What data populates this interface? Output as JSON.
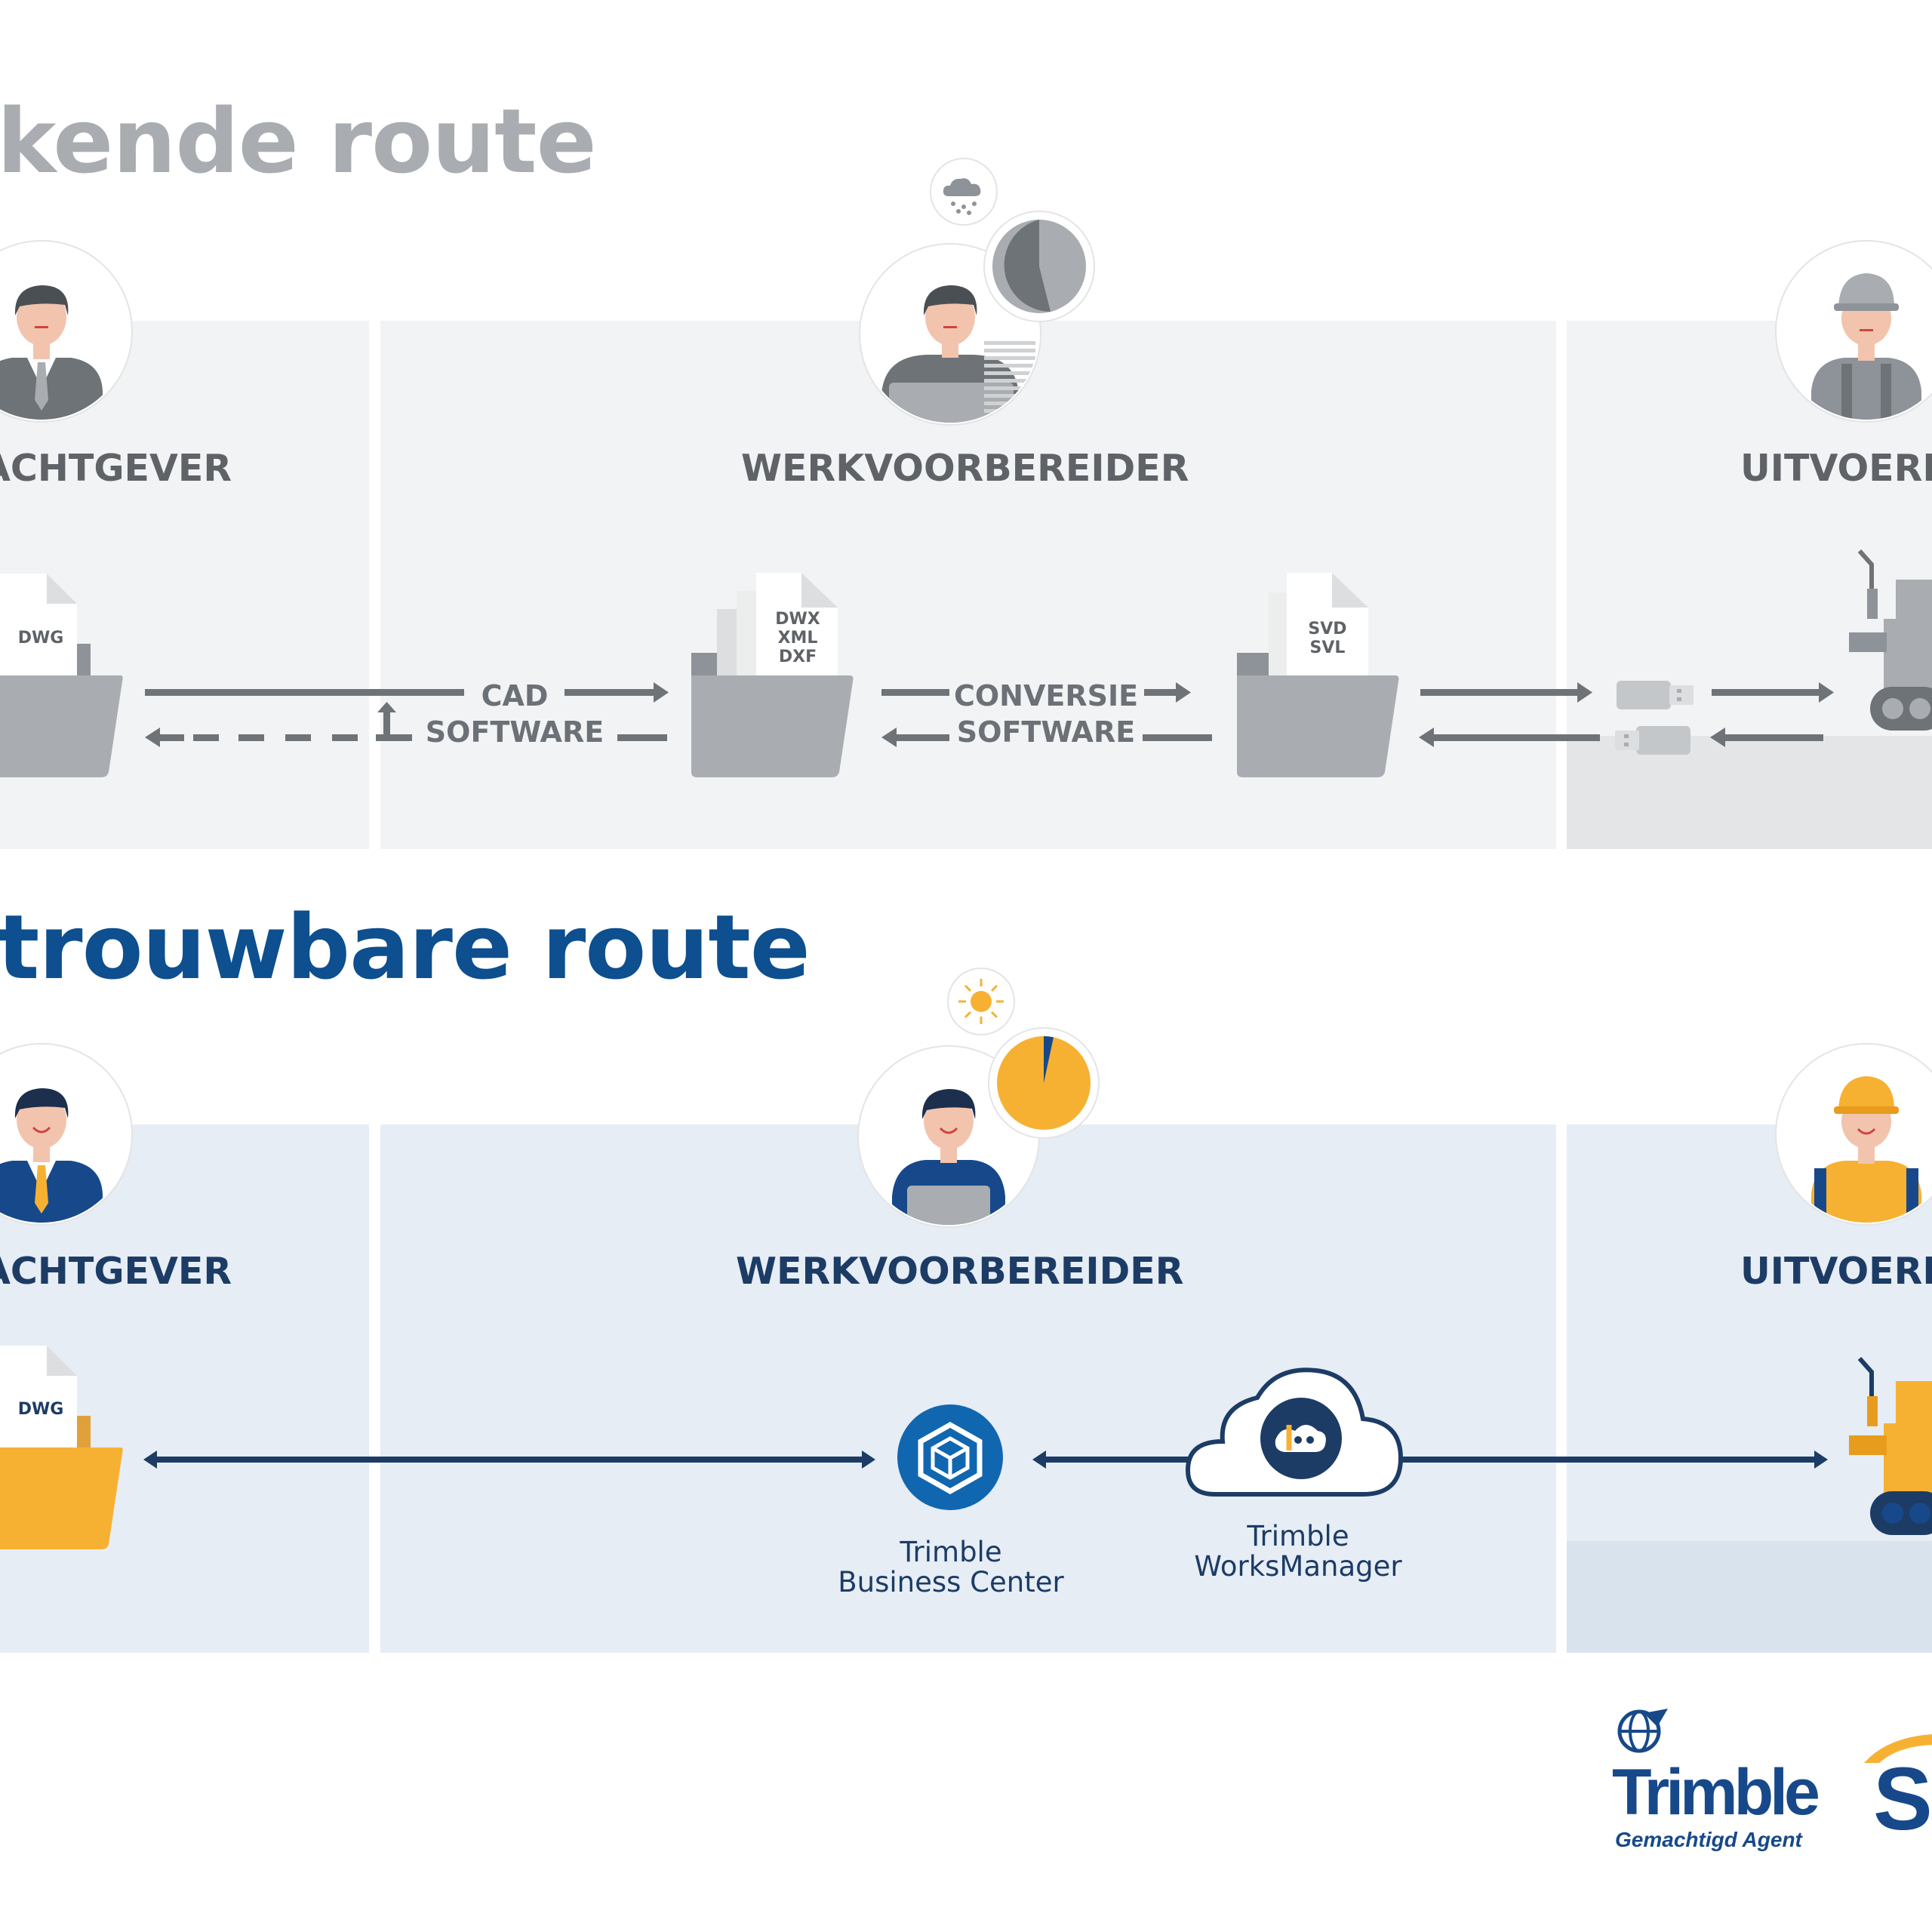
{
  "top": {
    "title": "kende route",
    "roles": {
      "left": "ACHTGEVER",
      "center": "WERKVOORBEREIDER",
      "right": "UITVOERD"
    },
    "files": {
      "dwg": "DWG",
      "formats": [
        "DWX",
        "XML",
        "DXF"
      ],
      "svd": [
        "SVD",
        "SVL"
      ]
    },
    "flow": {
      "cad_line1": "CAD",
      "cad_line2": "SOFTWARE",
      "conv_line1": "CONVERSIE",
      "conv_line2": "SOFTWARE"
    }
  },
  "bottom": {
    "title": "trouwbare route",
    "roles": {
      "left": "ACHTGEVER",
      "center": "WERKVOORBEREIDER",
      "right": "UITVOERD"
    },
    "files": {
      "dwg": "DWG"
    },
    "tbc_line1": "Trimble",
    "tbc_line2": "Business Center",
    "twm_line1": "Trimble",
    "twm_line2": "WorksManager"
  },
  "logos": {
    "trimble_name": "Trimble",
    "trimble_sub": "Gemachtigd Agent",
    "partner_letter": "S"
  },
  "colors": {
    "gray_title": "#a9adb1",
    "gray_text": "#5f6368",
    "panel_gray": "#f2f3f4",
    "blue_title": "#0d4f8f",
    "navy_text": "#1c3c66",
    "panel_blue": "#e6edf5",
    "accent_yellow": "#f7b132",
    "line_navy": "#1c3c66",
    "icon_blue": "#1166b0"
  }
}
